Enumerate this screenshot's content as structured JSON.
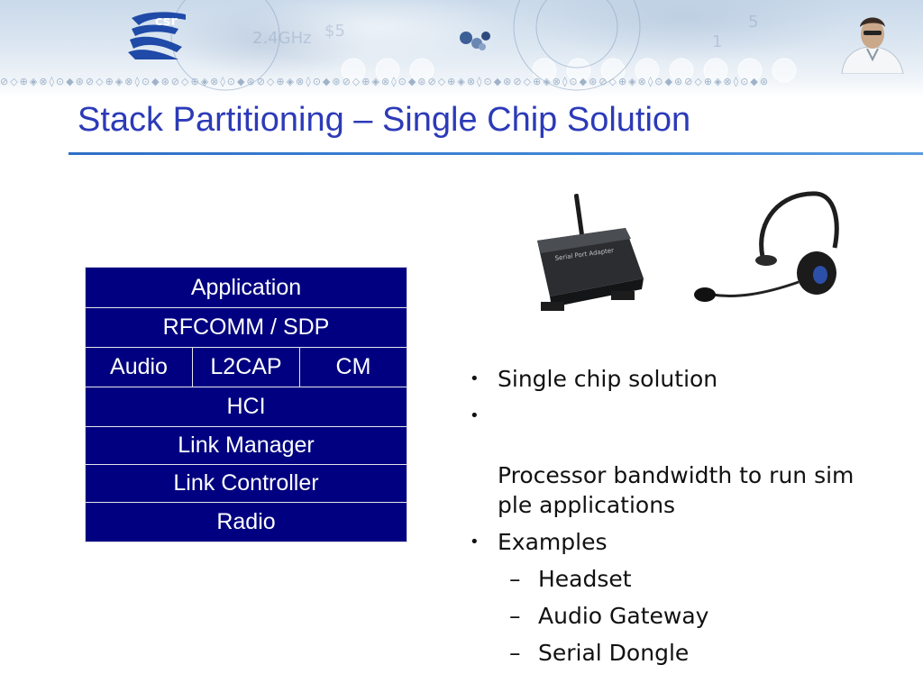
{
  "header": {
    "logo_text": "csr",
    "pattern": "⊘◇⊕◈⊗◊⊙◆⊛⊘◇⊕◈⊗◊⊙◆⊛⊘◇⊕◈⊗◊⊙◆⊛⊘◇⊕◈⊗◊⊙◆⊛⊘◇⊕◈⊗◊⊙◆⊛⊘◇⊕◈⊗◊⊙◆⊛⊘◇⊕◈⊗◊⊙◆⊛⊘◇⊕◈⊗◊⊙◆⊛⊘◇⊕◈⊗◊⊙◆⊛"
  },
  "slide": {
    "title": "Stack Partitioning – Single Chip Solution",
    "title_color": "#2c3ab8",
    "accent_color": "#000080"
  },
  "stack": {
    "layers": [
      {
        "label": "Application"
      },
      {
        "label": "RFCOMM / SDP"
      },
      {
        "cells": [
          "Audio",
          "L2CAP",
          "CM"
        ]
      },
      {
        "label": "HCI"
      },
      {
        "label": "Link Manager"
      },
      {
        "label": "Link Controller"
      },
      {
        "label": "Radio"
      }
    ]
  },
  "photos": {
    "dongle_label_1": "Serial Port Adapter",
    "headset_icon": "headset-icon",
    "dongle_icon": "serial-dongle-icon"
  },
  "bullets": {
    "items": [
      {
        "level": 1,
        "marker": "•",
        "text": "Single chip solution"
      },
      {
        "level": 1,
        "marker": "•",
        "text": "Processor bandwidth to run sim\nple applications"
      },
      {
        "level": 1,
        "marker": "•",
        "text": "Examples"
      },
      {
        "level": 2,
        "marker": "–",
        "text": "Headset"
      },
      {
        "level": 2,
        "marker": "–",
        "text": "Audio Gateway"
      },
      {
        "level": 2,
        "marker": "–",
        "text": "Serial Dongle"
      }
    ]
  }
}
